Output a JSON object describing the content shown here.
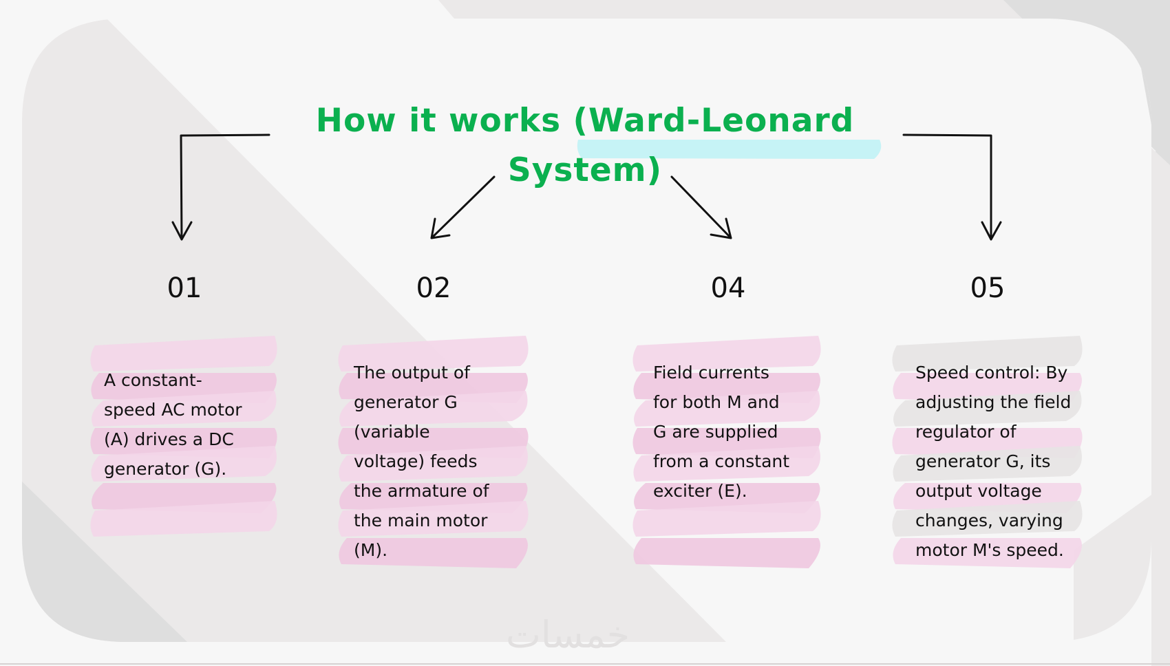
{
  "slide": {
    "title_line1": "How it works (Ward-Leonard",
    "title_line2": "System)",
    "title_color": "#0bb04f",
    "highlight_color": "#c6f3f6",
    "steps": [
      {
        "number": "01",
        "text": "A constant-\nspeed AC motor\n(A) drives a DC\ngenerator (G)."
      },
      {
        "number": "02",
        "text": "The output of\ngenerator G\n(variable\nvoltage) feeds\nthe armature of\nthe main motor\n(M)."
      },
      {
        "number": "04",
        "text": "Field currents\nfor both M and\nG are supplied\nfrom a constant\nexciter (E)."
      },
      {
        "number": "05",
        "text": "Speed control: By\nadjusting the field\nregulator of\ngenerator G, its\noutput voltage\nchanges, varying\nmotor M's speed."
      }
    ],
    "watermark": "خمسات",
    "colors": {
      "background": "#f7f7f7",
      "panel_dark": "#dedede",
      "panel_light": "#ebe9e9",
      "brush_pink": "#f3d6e8",
      "brush_pink_dark": "#efc8e0",
      "brush_grey": "#e6e4e4"
    }
  }
}
